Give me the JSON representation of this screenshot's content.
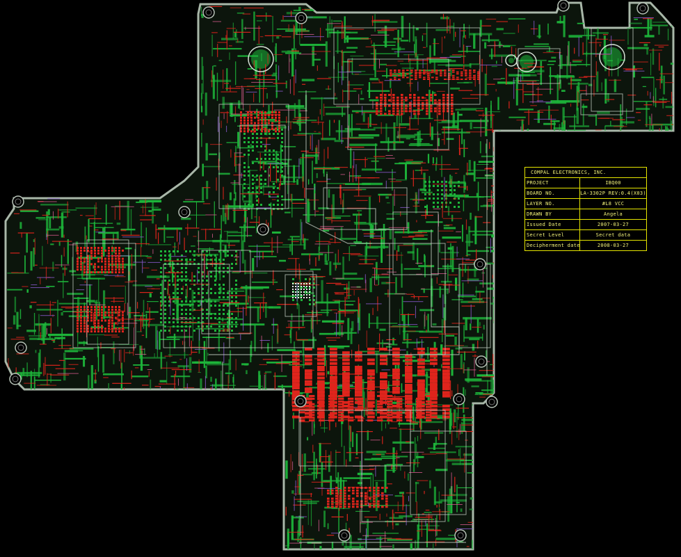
{
  "title_block": {
    "company": "COMPAL ELECTRONICS, INC.",
    "rows": [
      {
        "key": "PROJECT",
        "value": "IBQ00"
      },
      {
        "key": "BOARD NO.",
        "value": "LA-3302P REV:0.4(X03)"
      },
      {
        "key": "LAYER NO.",
        "value": "#L8 VCC"
      },
      {
        "key": "DRAWN BY",
        "value": "Angela"
      },
      {
        "key": "Issued Date",
        "value": "2007-03-27"
      },
      {
        "key": "Secret Level",
        "value": "Secret data"
      },
      {
        "key": "Decipherment date",
        "value": "2008-03-27"
      }
    ]
  },
  "colors": {
    "background": "#000000",
    "board_fill": "#0c150c",
    "outline": "#a9b7a9",
    "copper_green": "#1db53a",
    "trace_red": "#e0241c",
    "trace_pink": "#d65a8c",
    "trace_purple": "#8f5cd6",
    "title_yellow": "#e6e600"
  }
}
